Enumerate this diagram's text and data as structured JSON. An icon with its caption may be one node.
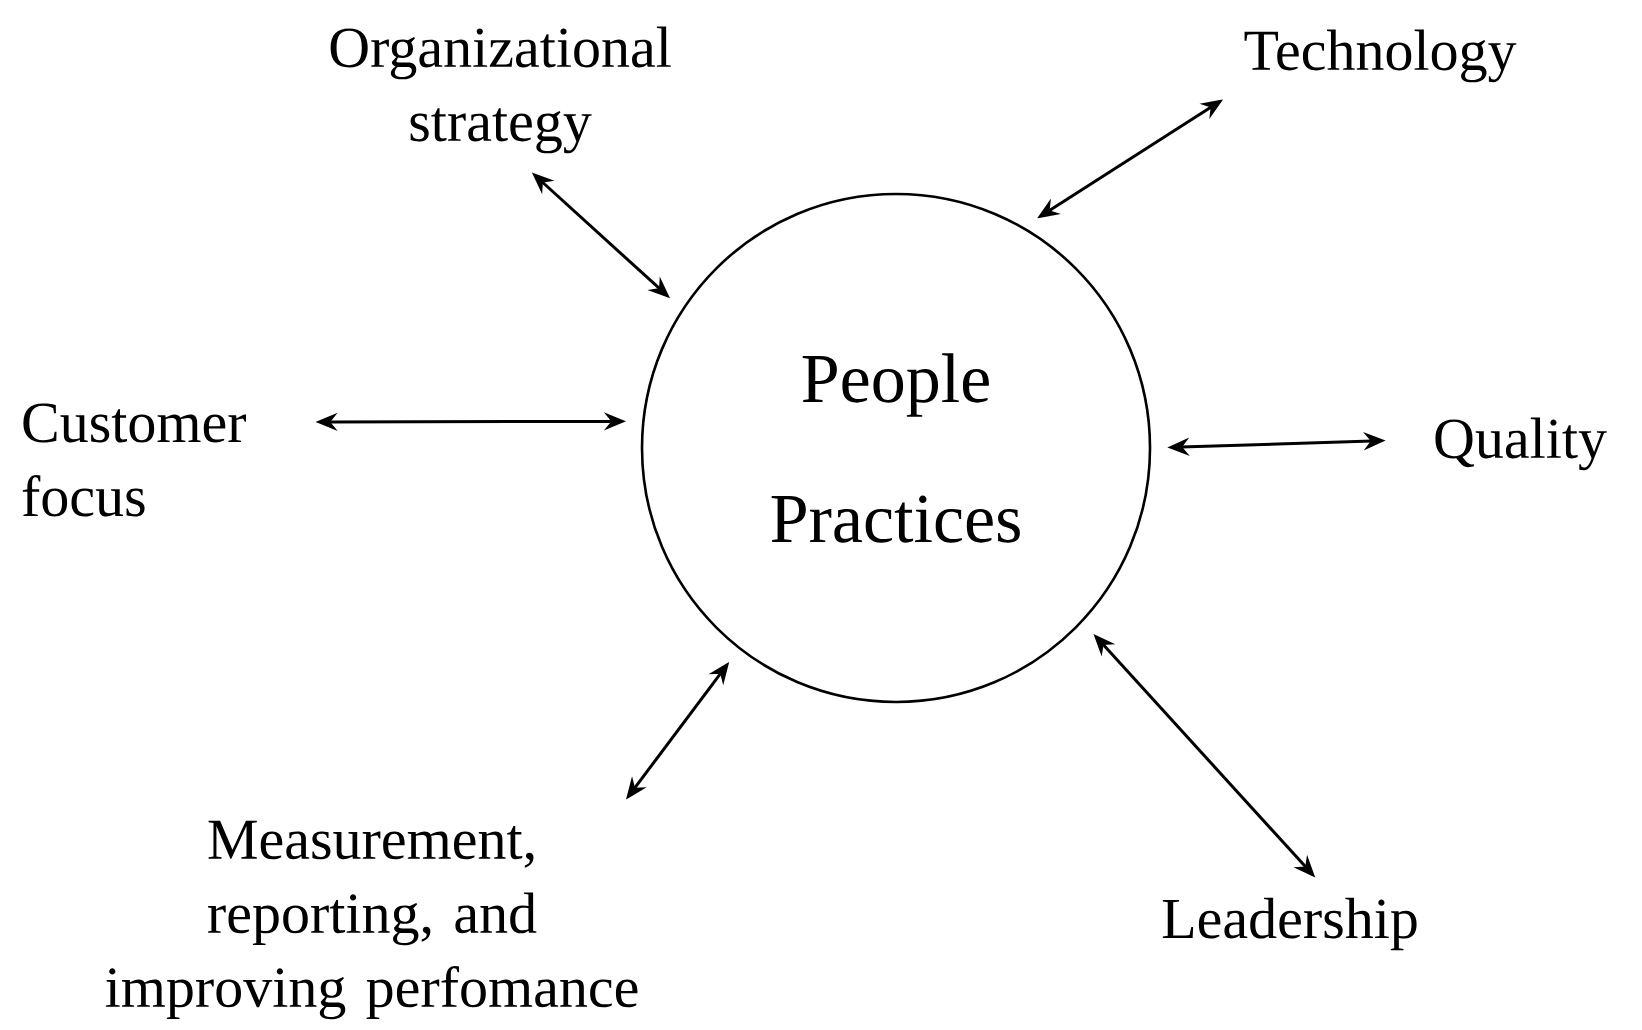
{
  "diagram": {
    "nodes": [
      {
        "text": [
          "People Practices"
        ]
      },
      {
        "text": [
          "Organizational strategy"
        ]
      },
      {
        "text": [
          "Technology"
        ]
      },
      {
        "text": [
          "Customer focus"
        ]
      },
      {
        "text": [
          "Quality"
        ]
      },
      {
        "text": [
          "Measurement, reporting, and improving perfomance"
        ]
      },
      {
        "text": [
          "Leadership"
        ]
      }
    ],
    "edges": [
      {
        "from": 0,
        "to": 1,
        "arrow": "both"
      },
      {
        "from": 0,
        "to": 2,
        "arrow": "both"
      },
      {
        "from": 0,
        "to": 3,
        "arrow": "both"
      },
      {
        "from": 0,
        "to": 4,
        "arrow": "both"
      },
      {
        "from": 0,
        "to": 5,
        "arrow": "both"
      },
      {
        "from": 0,
        "to": 6,
        "arrow": "both"
      }
    ]
  }
}
